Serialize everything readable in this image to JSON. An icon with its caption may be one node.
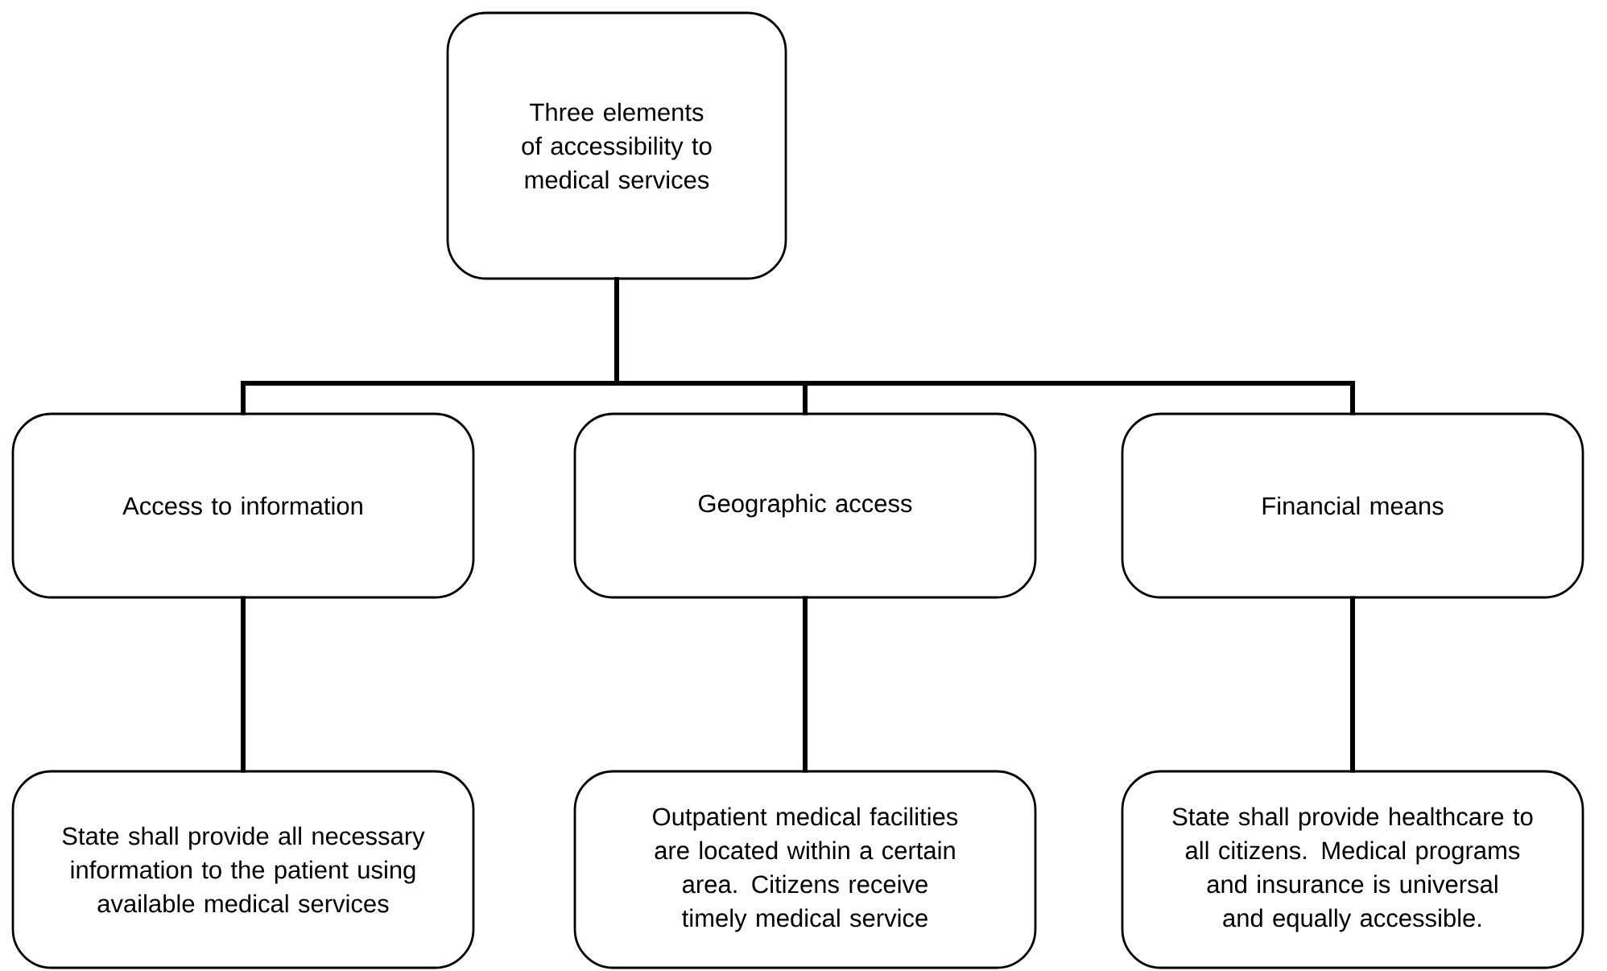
{
  "diagram": {
    "nodes": [
      {
        "text": [
          "Three elements of accessibility to medical services"
        ]
      },
      {
        "text": [
          "Access to information"
        ]
      },
      {
        "text": [
          "Geographic access"
        ]
      },
      {
        "text": [
          "Financial means"
        ]
      },
      {
        "text": [
          "State shall provide all necessary information to the patient using available medical services"
        ]
      },
      {
        "text": [
          "Outpatient medical facilities are located within a certain area. Citizens receive timely medical service"
        ]
      },
      {
        "text": [
          "State shall provide healthcare to all citizens. Medical programs and insurance is universal and equally accessible."
        ]
      }
    ],
    "edges": [
      {
        "from": 0,
        "to": 1,
        "arrow": "none"
      },
      {
        "from": 0,
        "to": 2,
        "arrow": "none"
      },
      {
        "from": 0,
        "to": 3,
        "arrow": "none"
      },
      {
        "from": 1,
        "to": 4,
        "arrow": "none"
      },
      {
        "from": 2,
        "to": 5,
        "arrow": "none"
      },
      {
        "from": 3,
        "to": 6,
        "arrow": "none"
      }
    ]
  }
}
